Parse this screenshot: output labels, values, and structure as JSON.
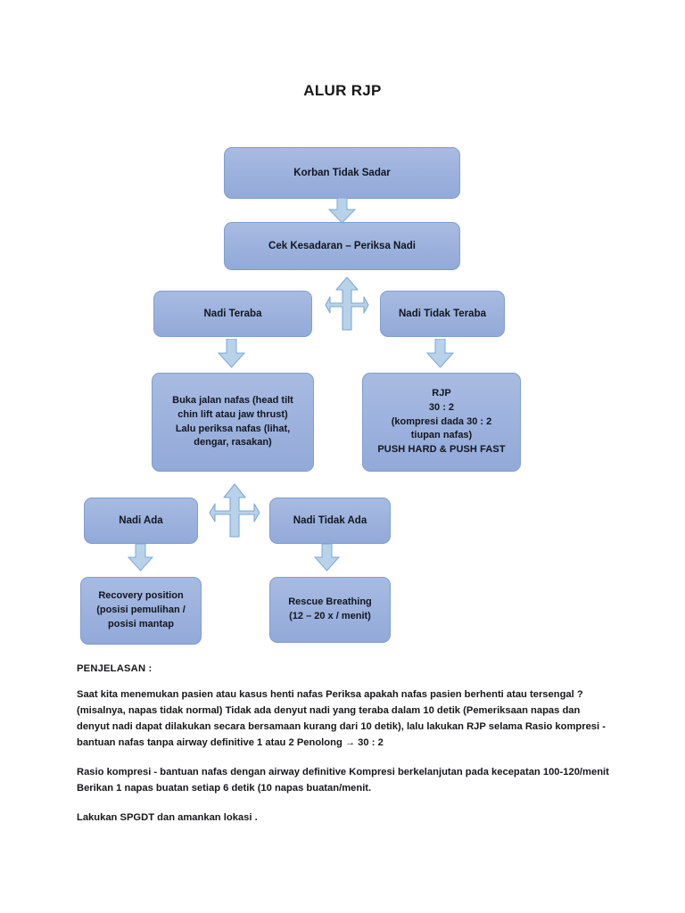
{
  "document": {
    "title": "ALUR RJP"
  },
  "flow": {
    "boxes": [
      {
        "id": "korban",
        "lines": [
          "Korban Tidak Sadar"
        ]
      },
      {
        "id": "cek",
        "lines": [
          "Cek Kesadaran – Periksa Nadi"
        ]
      },
      {
        "id": "nadi_teraba",
        "lines": [
          "Nadi Teraba"
        ]
      },
      {
        "id": "nadi_tdk_teraba",
        "lines": [
          "Nadi Tidak Teraba"
        ]
      },
      {
        "id": "buka_jalan",
        "lines": [
          "Buka jalan nafas (head tilt",
          "chin lift atau jaw thrust)",
          "Lalu periksa nafas (lihat,",
          "dengar, rasakan)"
        ]
      },
      {
        "id": "rjp",
        "lines": [
          "RJP",
          "30 : 2",
          "(kompresi dada 30 : 2",
          "tiupan nafas)",
          "PUSH HARD & PUSH FAST"
        ]
      },
      {
        "id": "nadi_ada",
        "lines": [
          "Nadi Ada"
        ]
      },
      {
        "id": "nadi_tdk_ada",
        "lines": [
          "Nadi Tidak Ada"
        ]
      },
      {
        "id": "recovery",
        "lines": [
          "Recovery position",
          "(posisi pemulihan /",
          "posisi mantap"
        ]
      },
      {
        "id": "rescue",
        "lines": [
          "Rescue Breathing",
          "(12 – 20 x / menit)"
        ]
      }
    ],
    "box_text": {
      "korban_l1": "Korban Tidak Sadar",
      "cek_l1": "Cek Kesadaran – Periksa Nadi",
      "nadi_teraba_l1": "Nadi Teraba",
      "nadi_tdk_teraba_l1": "Nadi Tidak Teraba",
      "buka_l1": "Buka jalan nafas (head tilt",
      "buka_l2": "chin lift atau jaw thrust)",
      "buka_l3": "Lalu periksa nafas (lihat,",
      "buka_l4": "dengar, rasakan)",
      "rjp_l1": "RJP",
      "rjp_l2": "30 : 2",
      "rjp_l3": "(kompresi dada 30 : 2",
      "rjp_l4": "tiupan nafas)",
      "rjp_l5": "PUSH HARD & PUSH FAST",
      "nadi_ada_l1": "Nadi Ada",
      "nadi_tdk_ada_l1": "Nadi Tidak Ada",
      "recovery_l1": "Recovery position",
      "recovery_l2": "(posisi pemulihan /",
      "recovery_l3": "posisi mantap",
      "rescue_l1": "Rescue Breathing",
      "rescue_l2": "(12 – 20 x / menit)"
    },
    "connectors": [
      {
        "id": "korban-to-cek",
        "type": "arrow-down"
      },
      {
        "id": "cek-to-branch",
        "type": "arrow-three-way-up-left-right"
      },
      {
        "id": "nadi-teraba-to-buka",
        "type": "arrow-down"
      },
      {
        "id": "nadi-tidak-teraba-to-rjp",
        "type": "arrow-down"
      },
      {
        "id": "buka-to-branch",
        "type": "arrow-three-way-up-left-right"
      },
      {
        "id": "nadi-ada-to-recovery",
        "type": "arrow-down"
      },
      {
        "id": "nadi-tidak-ada-to-rescue",
        "type": "arrow-down"
      }
    ]
  },
  "explanation": {
    "heading": "PENJELASAN :",
    "paragraph_1": "Saat kita menemukan pasien atau kasus henti nafas Periksa apakah nafas pasien berhenti atau tersengal ? (misalnya, napas tidak normal) Tidak ada denyut nadi yang teraba dalam 10 detik (Pemeriksaan napas dan denyut nadi dapat dilakukan secara bersamaan kurang dari 10 detik), lalu lakukan RJP selama Rasio kompresi - bantuan nafas tanpa airway definitive 1 atau 2 Penolong → 30 : 2",
    "paragraph_2": "Rasio kompresi - bantuan nafas dengan airway definitive Kompresi berkelanjutan pada kecepatan 100-120/menit Berikan 1 napas buatan setiap 6 detik (10 napas buatan/menit.",
    "paragraph_3": "Lakukan SPGDT dan amankan lokasi ."
  },
  "colors": {
    "box_fill_top": "#a8bbe2",
    "box_fill_bottom": "#93a9d8",
    "box_border": "#7f9fd0",
    "arrow_fill": "#b8d2ea",
    "arrow_border": "#7fa8d4",
    "text": "#17171a",
    "page_background": "#ffffff"
  }
}
